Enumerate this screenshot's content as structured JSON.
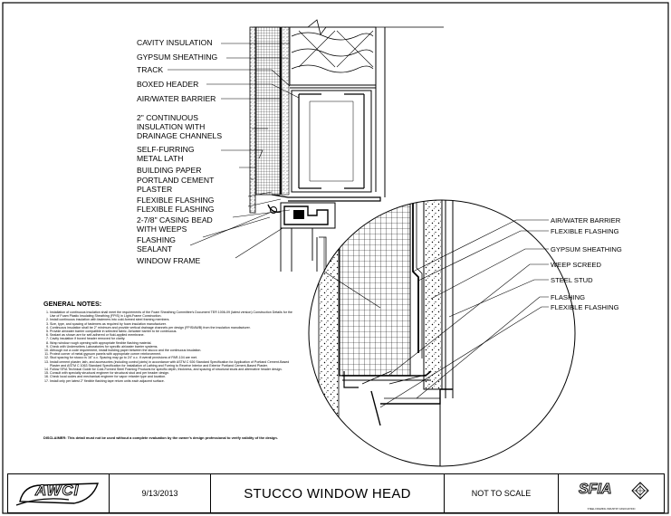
{
  "labels_left": [
    "CAVITY INSULATION",
    "GYPSUM SHEATHING",
    "TRACK",
    "BOXED HEADER",
    "AIR/WATER BARRIER",
    "2\" CONTINUOUS",
    "INSULATION WITH",
    "DRAINAGE CHANNELS",
    "SELF-FURRING",
    "METAL LATH",
    "BUILDING PAPER",
    "PORTLAND CEMENT",
    "PLASTER",
    "FLEXIBLE FLASHING",
    "FLEXIBLE FLASHING",
    "2-7/8\" CASING BEAD",
    "WITH WEEPS",
    "FLASHING",
    "SEALANT",
    "WINDOW FRAME"
  ],
  "labels_detail": [
    "AIR/WATER BARRIER",
    "FLEXIBLE FLASHING",
    "GYPSUM SHEATHING",
    "WEEP SCREED",
    "STEEL STUD",
    "FLASHING",
    "FLEXIBLE FLASHING"
  ],
  "notes": {
    "title": "GENERAL NOTES:",
    "items": [
      "Installation of continuous insulation shall meet the requirements of the Foam Sheathing Committee's Document TER 1006-09 (latest version) Construction Details for the Use of Foam Plastic Insulating Sheathing (FPIS) in Light-Frame Construction.",
      "Install continuous insulation with fasteners into cold-formed steel framing members.",
      "Size, type, and spacing of fasteners as required by foam insulation manufacturer.",
      "Continuous insulation shall be 2\" minimum and provide vertical drainage channels per design (FPIS/AWB) from the insulation manufacturer.",
      "Provide air/water barrier compatible in selected fabric. Air/water barrier to be continuous.",
      "Sealant as shown are for self-adhered or fluid-applied membrane.",
      "Cavity insulation if boxed header removed for clarity.",
      "Wrap window rough opening with appropriate flexible flashing material.",
      "Check with Underwriters Laboratories for specific air/water barrier systems.",
      "Although not a code requirement, install building paper between the stucco and the continuous insulation.",
      "Protect corner of metal gypsum panels with appropriate corner reinforcement.",
      "Stud spacing for stucco is 16\" o.c. Spacing may go to 24\" o.c. if overall provisions of PAR-104 are met.",
      "Install cement plaster, lath, and accessories (including control joints) in accordance with ASTM C 926 Standard Specification for Application of Portland Cement-Based Plaster and ASTM C 1063 Standard Specification for Installation of Lathing and Furring to Receive Interior and Exterior Portland Cement-Based Plaster.",
      "Follow SFIA Technical Guide for Cold-Formed Steel Framing Products for specific depth, thickness, and spacing of structural studs and alternative header design.",
      "Consult with specialty structural engineer for structural stud and per header design.",
      "Check local codes and mechanical engineer for vapor retarder type and location.",
      "Install only per latest 2\" flexible flashing tape return units each adjacent surface."
    ]
  },
  "disclaimer": "DISCLAIMER: This detail must not be used without a complete evaluation by the owner's design professional to verify validity of the design.",
  "title_block": {
    "left_logo": "AWCI",
    "date": "9/13/2013",
    "title": "STUCCO WINDOW HEAD",
    "scale": "NOT TO SCALE",
    "right_logo": "SFIA",
    "right_logo_sub": "STEEL FRAMING INDUSTRY ASSOCIATION"
  }
}
